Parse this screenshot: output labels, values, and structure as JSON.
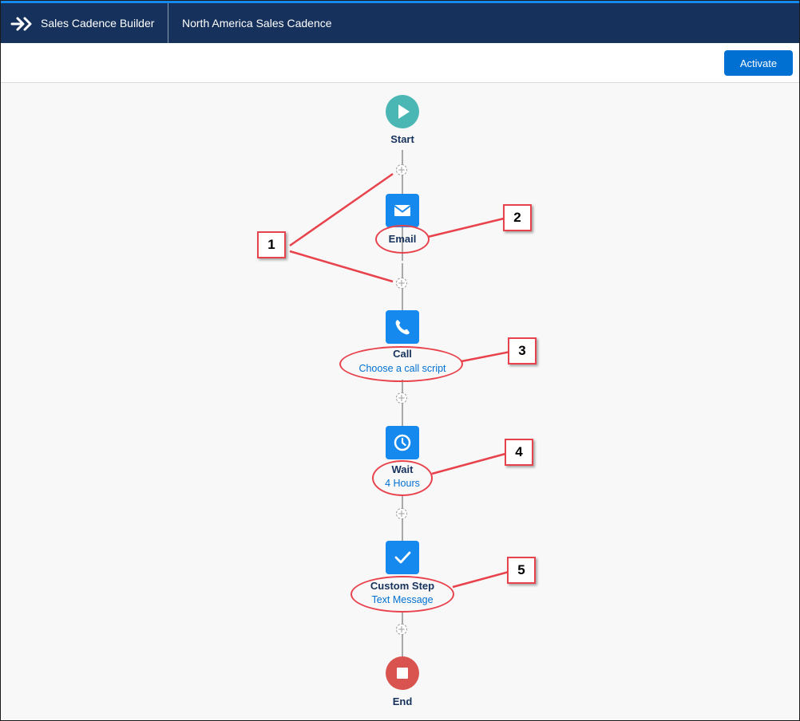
{
  "header": {
    "app_name": "Sales Cadence Builder",
    "record_name": "North America Sales Cadence",
    "logo_icon": "cadence-arrows-icon"
  },
  "toolbar": {
    "activate_label": "Activate"
  },
  "flow": {
    "start_label": "Start",
    "end_label": "End",
    "steps": [
      {
        "label": "Email",
        "icon": "envelope-icon"
      },
      {
        "label": "Call",
        "sub": "Choose a call script",
        "icon": "phone-icon"
      },
      {
        "label": "Wait",
        "sub": "4 Hours",
        "icon": "clock-icon"
      },
      {
        "label": "Custom Step",
        "sub": "Text Message",
        "icon": "checkmark-icon"
      }
    ],
    "add_step_glyph": "+"
  },
  "callouts": [
    "1",
    "2",
    "3",
    "4",
    "5"
  ],
  "colors": {
    "header_bg": "#16325c",
    "accent": "#1589ee",
    "button": "#0070d2",
    "start": "#4bb7b4",
    "end": "#d9534f",
    "annotation": "#e8434c"
  }
}
